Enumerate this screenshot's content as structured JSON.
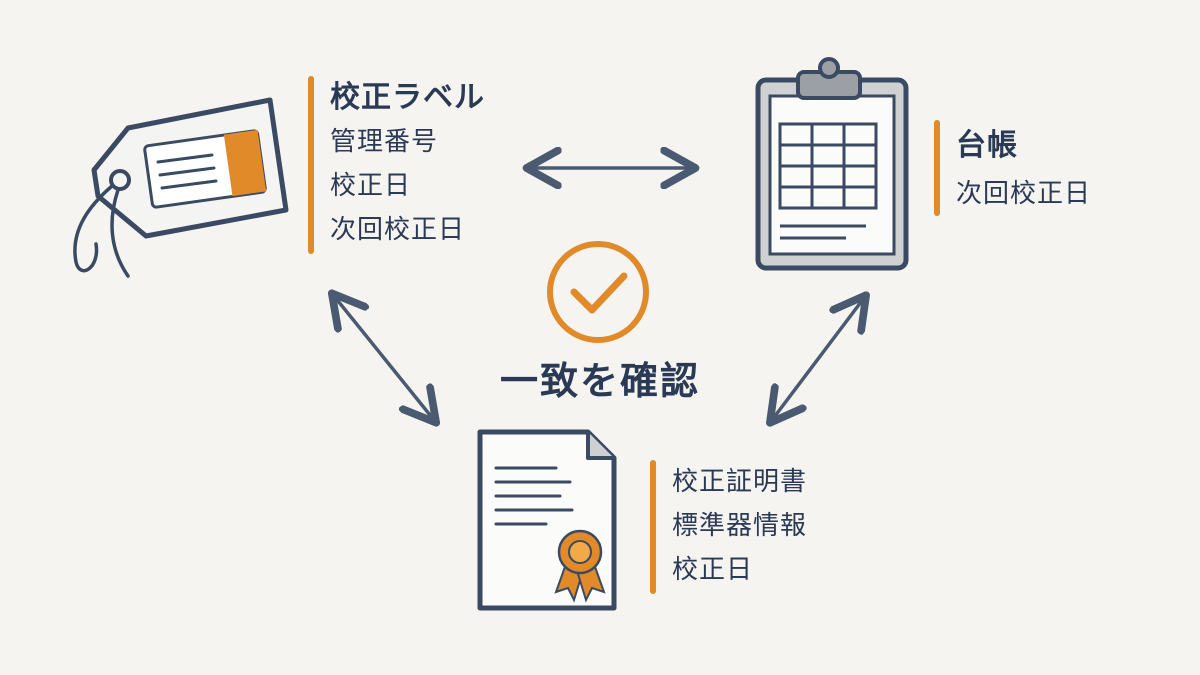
{
  "nodes": {
    "tag": {
      "title": "校正ラベル",
      "items": [
        "管理番号",
        "校正日",
        "次回校正日"
      ]
    },
    "ledger": {
      "title": "台帳",
      "items": [
        "次回校正日"
      ]
    },
    "certificate": {
      "title": "校正証明書",
      "items": [
        "標準器情報",
        "校正日"
      ]
    }
  },
  "center": {
    "label": "一致を確認"
  },
  "colors": {
    "accent": "#e08a2a",
    "ink": "#3a4a62",
    "background": "#f6f4f0"
  }
}
